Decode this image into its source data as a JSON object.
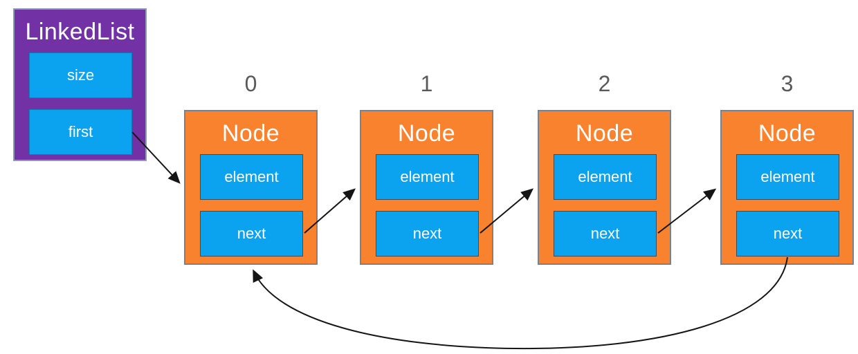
{
  "colors": {
    "purple": "#7331A6",
    "orange": "#F8822D",
    "blue": "#0BA2F0",
    "arrow": "#151515",
    "index_label": "#595959",
    "text": "#FFFFFF"
  },
  "linked_list": {
    "title": "LinkedList",
    "fields": [
      "size",
      "first"
    ]
  },
  "nodes": [
    {
      "index": "0",
      "title": "Node",
      "fields": [
        "element",
        "next"
      ]
    },
    {
      "index": "1",
      "title": "Node",
      "fields": [
        "element",
        "next"
      ]
    },
    {
      "index": "2",
      "title": "Node",
      "fields": [
        "element",
        "next"
      ]
    },
    {
      "index": "3",
      "title": "Node",
      "fields": [
        "element",
        "next"
      ]
    }
  ],
  "arrows": [
    {
      "from": "LinkedList.first",
      "to": "node 0"
    },
    {
      "from": "node 0.next",
      "to": "node 1"
    },
    {
      "from": "node 1.next",
      "to": "node 2"
    },
    {
      "from": "node 2.next",
      "to": "node 3"
    },
    {
      "from": "node 3.next",
      "to": "node 0",
      "style": "curved-below"
    }
  ]
}
